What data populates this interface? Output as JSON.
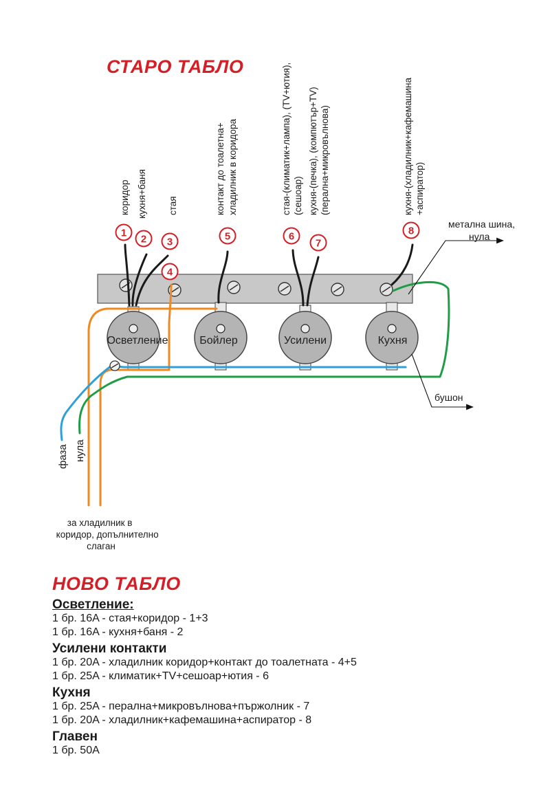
{
  "old_panel": {
    "title": "СТАРО ТАБЛО",
    "circuit_labels": [
      {
        "num": "1",
        "text": [
          "коридор"
        ]
      },
      {
        "num": "2",
        "text": [
          "кухня+баня"
        ]
      },
      {
        "num": "3",
        "text": [
          "стая"
        ]
      },
      {
        "num": "4",
        "text": []
      },
      {
        "num": "5",
        "text": [
          "контакт до тоалетна+",
          "хладилник в коридора"
        ]
      },
      {
        "num": "6",
        "text": [
          "стая-(климатик+лампа), (TV+ютия),",
          "(сешоар)"
        ]
      },
      {
        "num": "7",
        "text": [
          "кухня-(печка), (компютър+TV)",
          "(перална+микровълнова)"
        ]
      },
      {
        "num": "8",
        "text": [
          "кухня-(хладилник+кафемашина",
          "+аспиратор)"
        ]
      }
    ],
    "fuses": [
      "Осветление",
      "Бойлер",
      "Усилени",
      "Кухня"
    ],
    "bus_label": [
      "метална шина,",
      "нула"
    ],
    "fuse_label": "бушон",
    "phase_label": "фаза",
    "neutral_label": "нула",
    "fridge_note": [
      "за хладилник в",
      "коридор, допълнително",
      "слаган"
    ],
    "colors": {
      "title": "#d41f26",
      "number_circle": "#d41f26",
      "phase_wire": "#2f9fd8",
      "neutral_wire": "#1e9d46",
      "extra_wire": "#ef8a22",
      "bus_bar": "#c8c8c8",
      "fuse_body": "#b4b4b4"
    }
  },
  "new_panel": {
    "title": "НОВО ТАБЛО",
    "groups": [
      {
        "heading": "Осветление:",
        "underline": true,
        "items": [
          "1 бр. 16A - стая+коридор - 1+3",
          "1 бр. 16A - кухня+баня - 2"
        ]
      },
      {
        "heading": "Усилени контакти",
        "underline": false,
        "items": [
          "1 бр. 20A - хладилник коридор+контакт до тоалетната - 4+5",
          "1 бр. 25A - климатик+TV+сешоар+ютия - 6"
        ]
      },
      {
        "heading": "Кухня",
        "underline": false,
        "items": [
          "1 бр. 25A - перална+микровълнова+пържолник - 7",
          "1 бр. 20A - хладилник+кафемашина+аспиратор - 8"
        ]
      },
      {
        "heading": "Главен",
        "underline": false,
        "items": [
          "1 бр. 50A"
        ]
      }
    ]
  }
}
